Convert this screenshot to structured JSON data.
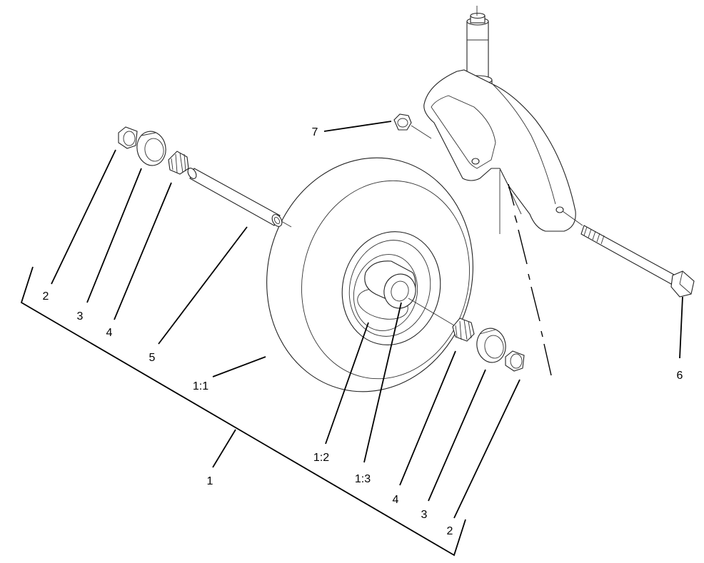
{
  "figure": {
    "callouts": [
      {
        "id": "c-2-left",
        "text": "2"
      },
      {
        "id": "c-3-left",
        "text": "3"
      },
      {
        "id": "c-4-left",
        "text": "4"
      },
      {
        "id": "c-5",
        "text": "5"
      },
      {
        "id": "c-1-1",
        "text": "1:1"
      },
      {
        "id": "c-1",
        "text": "1"
      },
      {
        "id": "c-1-2",
        "text": "1:2"
      },
      {
        "id": "c-1-3",
        "text": "1:3"
      },
      {
        "id": "c-4-right",
        "text": "4"
      },
      {
        "id": "c-3-right",
        "text": "3"
      },
      {
        "id": "c-2-right",
        "text": "2"
      },
      {
        "id": "c-6",
        "text": "6"
      },
      {
        "id": "c-7",
        "text": "7"
      }
    ],
    "parts": [
      {
        "icon": "wheel-assembly-icon"
      },
      {
        "icon": "spacer-icon"
      },
      {
        "icon": "bearing-seal-icon"
      },
      {
        "icon": "tapered-bearing-icon"
      },
      {
        "icon": "axle-tube-icon"
      },
      {
        "icon": "bolt-icon"
      },
      {
        "icon": "nut-icon"
      },
      {
        "icon": "caster-fork-icon"
      }
    ],
    "line_color": "#000000",
    "background": "#ffffff"
  }
}
